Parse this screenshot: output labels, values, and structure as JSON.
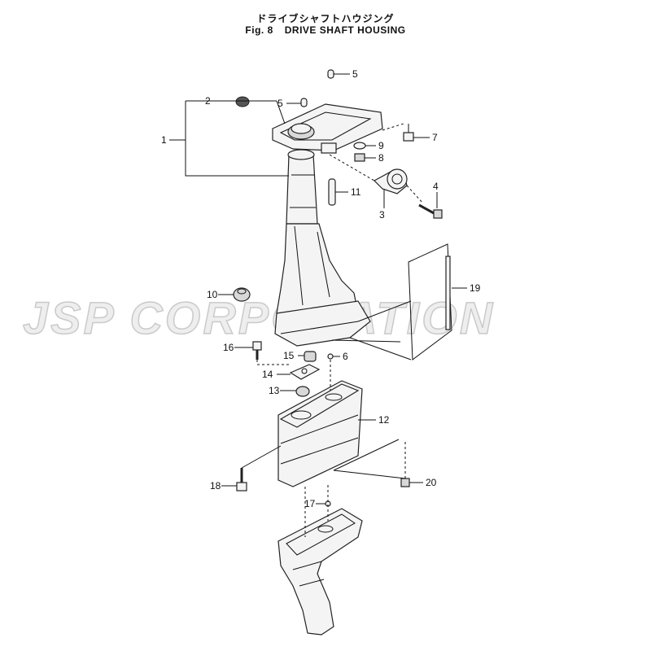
{
  "header": {
    "title_jp": "ドライブシャフトハウジング",
    "fig_label": "Fig. 8",
    "title_en": "DRIVE SHAFT HOUSING"
  },
  "watermark": "JSP CORPORATION",
  "callouts": [
    "1",
    "2",
    "3",
    "4",
    "5",
    "5",
    "6",
    "7",
    "8",
    "9",
    "10",
    "11",
    "12",
    "13",
    "14",
    "15",
    "16",
    "17",
    "18",
    "19",
    "20"
  ]
}
